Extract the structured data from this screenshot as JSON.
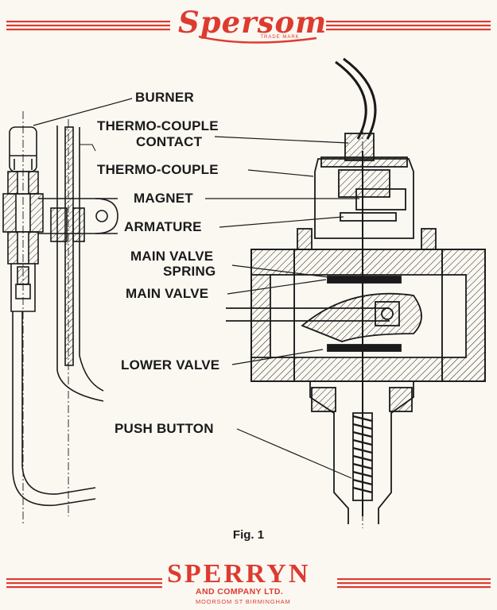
{
  "header": {
    "logo_text": "Spersom",
    "trade_mark": "TRADE MARK"
  },
  "labels": {
    "burner": "BURNER",
    "thermocouple_contact_l1": "THERMO-COUPLE",
    "thermocouple_contact_l2": "CONTACT",
    "thermocouple": "THERMO-COUPLE",
    "magnet": "MAGNET",
    "armature": "ARMATURE",
    "main_valve_spring_l1": "MAIN VALVE",
    "main_valve_spring_l2": "SPRING",
    "main_valve": "MAIN VALVE",
    "lower_valve": "LOWER VALVE",
    "push_button": "PUSH BUTTON"
  },
  "caption": "Fig. 1",
  "footer": {
    "company": "SPERRYN",
    "line1": "AND COMPANY LTD.",
    "line2": "MOORSOM ST BIRMINGHAM"
  },
  "colors": {
    "brand_red": "#dd3b30",
    "ink": "#1a1a1a",
    "paper": "#fbf8f2"
  }
}
